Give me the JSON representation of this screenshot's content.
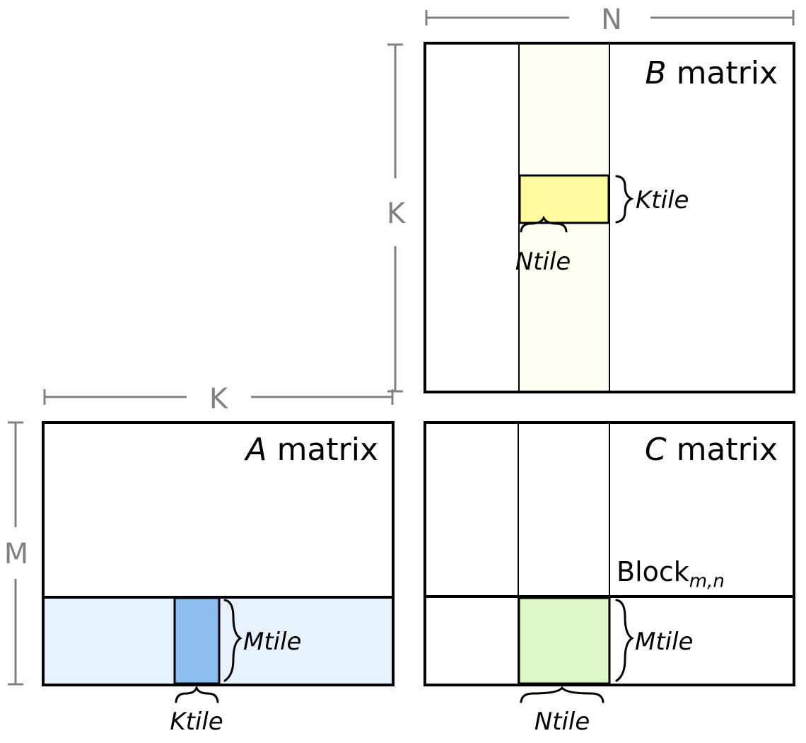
{
  "diagram": {
    "title": "Tiled matrix multiplication blocking diagram",
    "colors": {
      "stroke": "#000000",
      "dimension_line": "#808080",
      "background": "#ffffff",
      "a_row_strip": "#E8F2FE",
      "a_tile": "#8CBDF0",
      "b_col_strip": "#FFFFF0",
      "b_tile": "#FFFCA0",
      "c_tile": "#DDF6C8"
    }
  },
  "dimensions": {
    "n_label": "N",
    "k_vertical_label": "K",
    "k_horizontal_label": "K",
    "m_label": "M"
  },
  "matrices": {
    "b": {
      "name_italic": "B",
      "name_rest": " matrix",
      "ktile_label": "Ktile",
      "ntile_label": "Ntile"
    },
    "a": {
      "name_italic": "A",
      "name_rest": " matrix",
      "mtile_label": "Mtile",
      "ktile_label": "Ktile"
    },
    "c": {
      "name_italic": "C",
      "name_rest": " matrix",
      "block_label": "Block",
      "block_subscript": "m,n",
      "mtile_label": "Mtile",
      "ntile_label": "Ntile"
    }
  }
}
